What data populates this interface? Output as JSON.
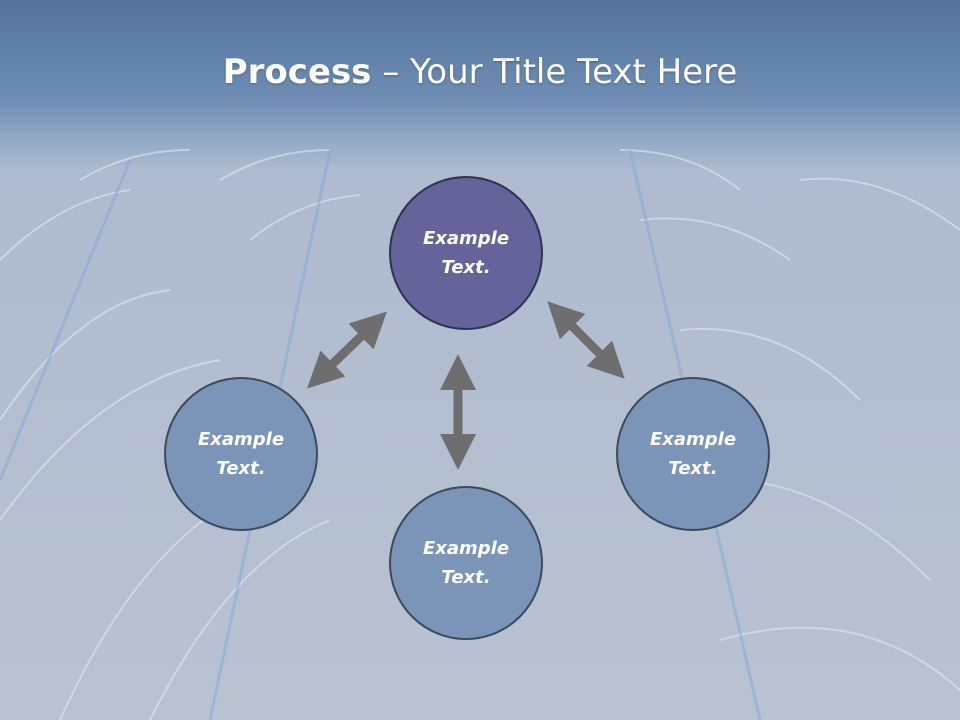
{
  "title": {
    "bold": "Process",
    "rest": " – Your Title Text Here"
  },
  "nodes": [
    {
      "id": "top",
      "text": "Example Text."
    },
    {
      "id": "left",
      "text": "Example Text."
    },
    {
      "id": "right",
      "text": "Example Text."
    },
    {
      "id": "bottom",
      "text": "Example Text."
    }
  ],
  "colors": {
    "header": "#6e8db5",
    "top_node": "#64639a",
    "side_node": "#7b95b9",
    "arrow": "#6e6e6e"
  }
}
